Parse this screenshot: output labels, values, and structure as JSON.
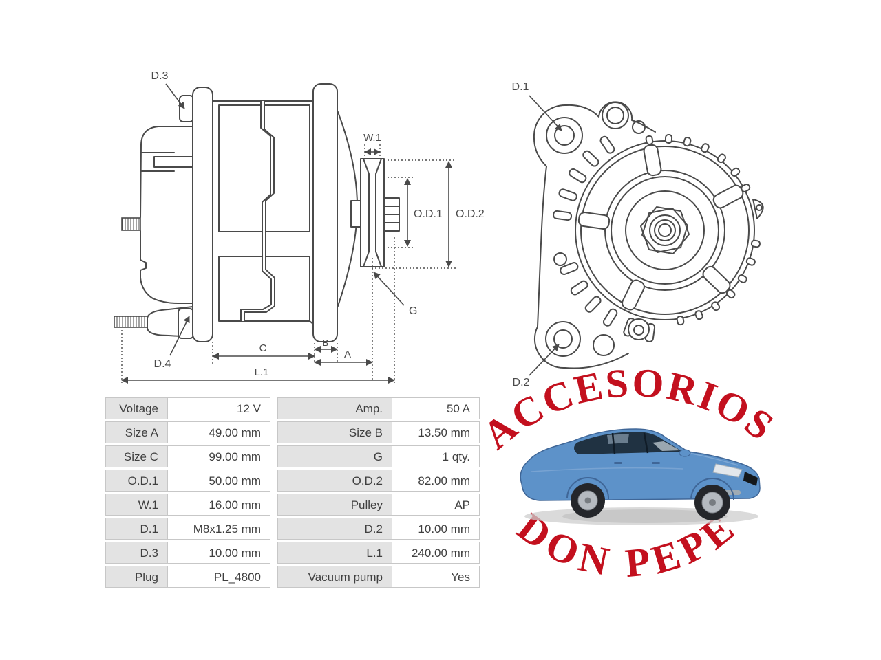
{
  "colors": {
    "drawing_line": "#4a4a4a",
    "brand_red": "#c3101e",
    "table_label_bg": "#e3e3e3",
    "table_value_bg": "#ffffff",
    "table_border": "#c7c7c7",
    "table_text": "#3f3f3f",
    "car_body_blue": "#5d92c9"
  },
  "side_view": {
    "labels": {
      "d3": "D.3",
      "d4": "D.4",
      "w1": "W.1",
      "od1": "O.D.1",
      "od2": "O.D.2",
      "g": "G",
      "c": "C",
      "b": "B",
      "a": "A",
      "l1": "L.1"
    }
  },
  "front_view": {
    "labels": {
      "d1": "D.1",
      "d2": "D.2"
    }
  },
  "spec_table": {
    "rows": [
      {
        "l1": "Voltage",
        "v1": "12 V",
        "l2": "Amp.",
        "v2": "50 A"
      },
      {
        "l1": "Size A",
        "v1": "49.00 mm",
        "l2": "Size B",
        "v2": "13.50 mm"
      },
      {
        "l1": "Size C",
        "v1": "99.00 mm",
        "l2": "G",
        "v2": "1 qty."
      },
      {
        "l1": "O.D.1",
        "v1": "50.00 mm",
        "l2": "O.D.2",
        "v2": "82.00 mm"
      },
      {
        "l1": "W.1",
        "v1": "16.00 mm",
        "l2": "Pulley",
        "v2": "AP"
      },
      {
        "l1": "D.1",
        "v1": "M8x1.25 mm",
        "l2": "D.2",
        "v2": "10.00 mm"
      },
      {
        "l1": "D.3",
        "v1": "10.00 mm",
        "l2": "L.1",
        "v2": "240.00 mm"
      },
      {
        "l1": "Plug",
        "v1": "PL_4800",
        "l2": "Vacuum pump",
        "v2": "Yes"
      }
    ]
  },
  "branding": {
    "arc_top": "ACCESORIOS",
    "arc_bottom": "DON PEPE"
  }
}
